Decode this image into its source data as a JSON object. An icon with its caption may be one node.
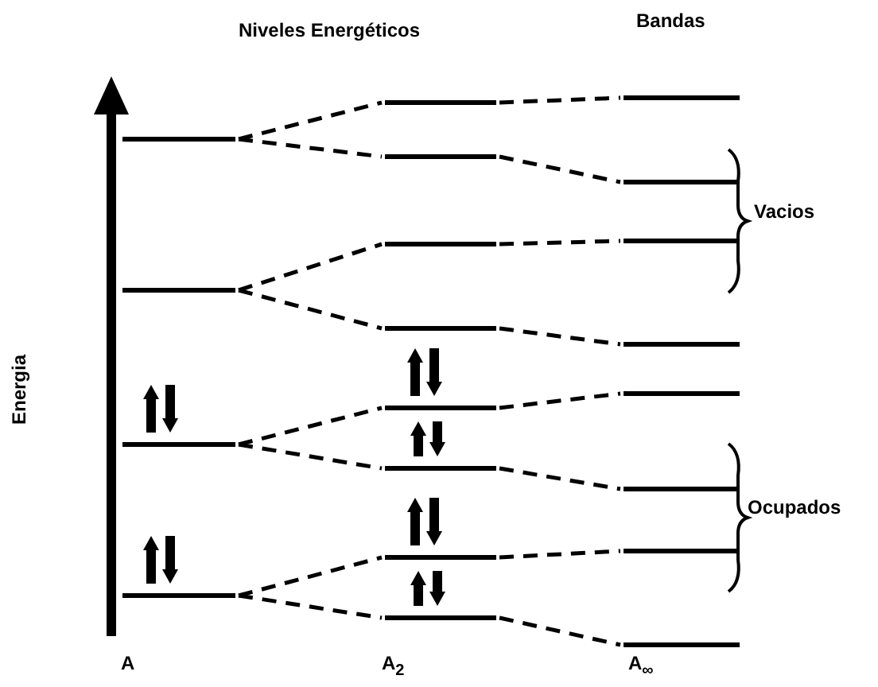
{
  "diagram": {
    "nodes": [
      {
        "text": [],
        "shape": "bar"
      },
      {
        "text": [],
        "shape": "bar"
      },
      {
        "text": [],
        "shape": "bar"
      },
      {
        "text": [],
        "shape": "bar"
      },
      {
        "text": [],
        "shape": "bar"
      },
      {
        "text": [],
        "shape": "bar"
      },
      {
        "text": [],
        "shape": "bar"
      },
      {
        "text": [],
        "shape": "bar"
      },
      {
        "text": [],
        "shape": "bar"
      },
      {
        "text": [],
        "shape": "bar"
      },
      {
        "text": [],
        "shape": "bar"
      },
      {
        "text": [],
        "shape": "bar"
      },
      {
        "text": [],
        "shape": "bar"
      },
      {
        "text": [],
        "shape": "bar"
      },
      {
        "text": [],
        "shape": "bar"
      },
      {
        "text": [],
        "shape": "bar"
      },
      {
        "text": [],
        "shape": "bar"
      },
      {
        "text": [],
        "shape": "bar"
      },
      {
        "text": [],
        "shape": "bar"
      },
      {
        "text": [],
        "shape": "bar"
      }
    ],
    "edges": [
      {
        "from": 0,
        "to": 4,
        "arrow": "none",
        "style": "dashed"
      },
      {
        "from": 0,
        "to": 5,
        "arrow": "none",
        "style": "dashed"
      },
      {
        "from": 1,
        "to": 6,
        "arrow": "none",
        "style": "dashed"
      },
      {
        "from": 1,
        "to": 7,
        "arrow": "none",
        "style": "dashed"
      },
      {
        "from": 2,
        "to": 8,
        "arrow": "none",
        "style": "dashed"
      },
      {
        "from": 2,
        "to": 9,
        "arrow": "none",
        "style": "dashed"
      },
      {
        "from": 3,
        "to": 10,
        "arrow": "none",
        "style": "dashed"
      },
      {
        "from": 3,
        "to": 11,
        "arrow": "none",
        "style": "dashed"
      },
      {
        "from": 4,
        "to": 12,
        "arrow": "none",
        "style": "dashed"
      },
      {
        "from": 5,
        "to": 13,
        "arrow": "none",
        "style": "dashed"
      },
      {
        "from": 6,
        "to": 14,
        "arrow": "none",
        "style": "dashed"
      },
      {
        "from": 7,
        "to": 15,
        "arrow": "none",
        "style": "dashed"
      },
      {
        "from": 8,
        "to": 16,
        "arrow": "none",
        "style": "dashed"
      },
      {
        "from": 9,
        "to": 17,
        "arrow": "none",
        "style": "dashed"
      },
      {
        "from": 10,
        "to": 18,
        "arrow": "none",
        "style": "dashed"
      },
      {
        "from": 11,
        "to": 19,
        "arrow": "none",
        "style": "dashed"
      }
    ],
    "labels": [
      "Niveles Energéticos",
      "Bandas",
      "Vacios",
      "Energia",
      "Ocupados",
      "A",
      "A$_{2}$",
      "A$_{∞}$"
    ]
  }
}
